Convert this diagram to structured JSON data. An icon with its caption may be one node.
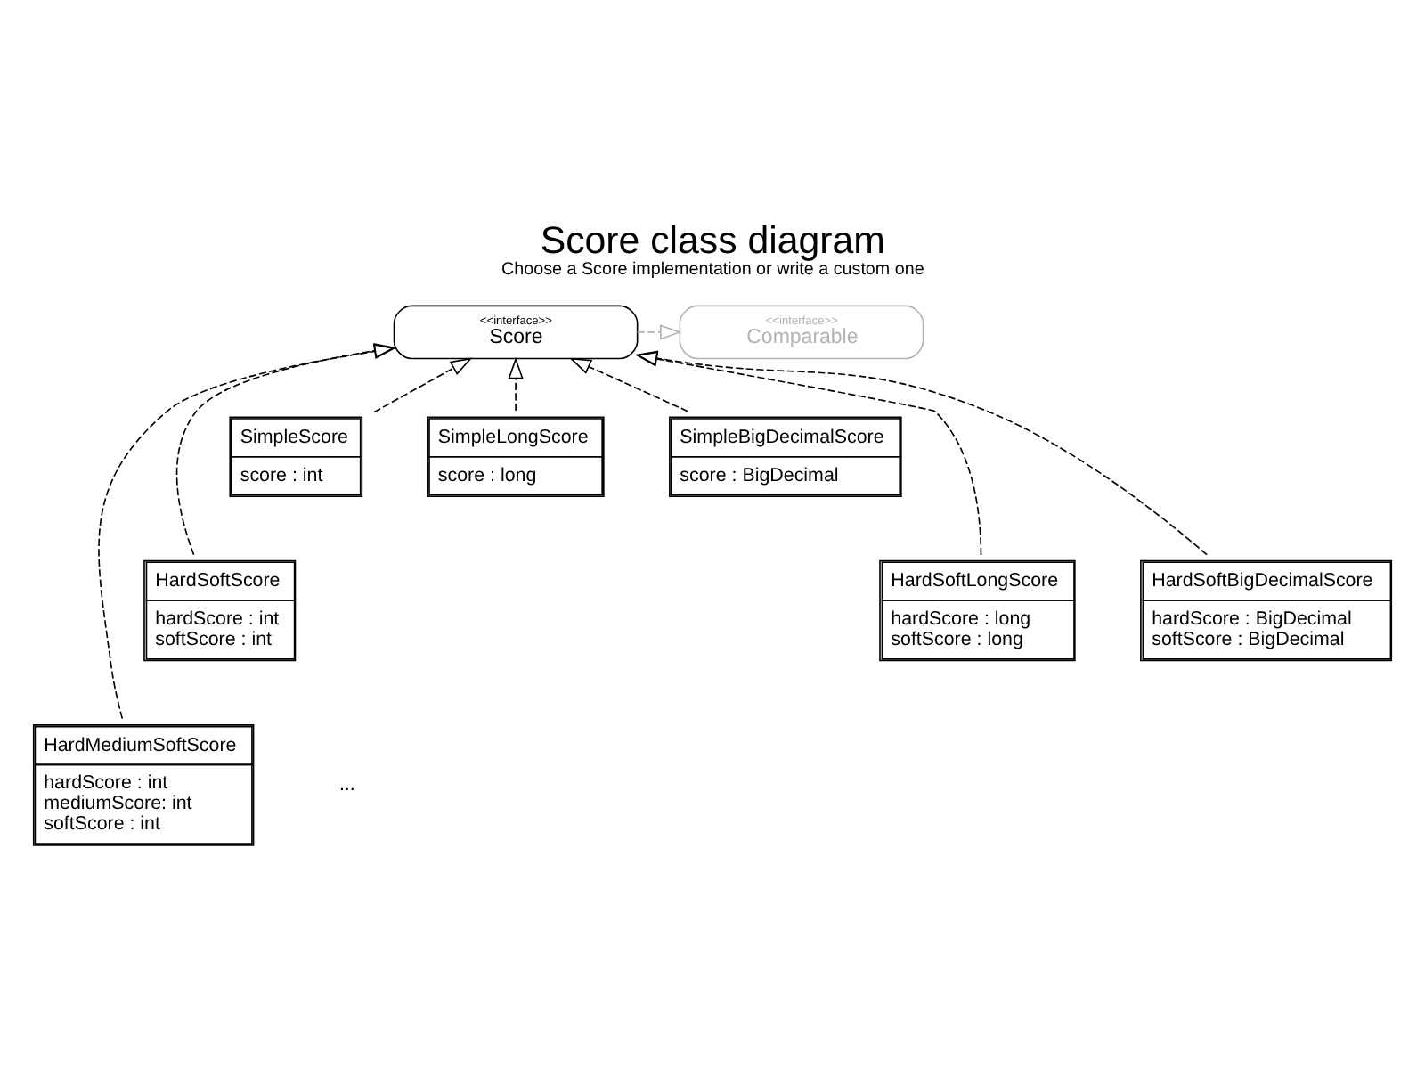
{
  "diagram": {
    "title": "Score class diagram",
    "caption": "Choose a Score implementation or write a custom one",
    "nodes": [
      {
        "text": [
          "<<interface>>",
          "Score"
        ]
      },
      {
        "text": [
          "<<interface>>",
          "Comparable"
        ]
      },
      {
        "text": [
          "SimpleScore",
          "score : int"
        ]
      },
      {
        "text": [
          "SimpleLongScore",
          "score : long"
        ]
      },
      {
        "text": [
          "SimpleBigDecimalScore",
          "score : BigDecimal"
        ]
      },
      {
        "text": [
          "HardSoftScore",
          "hardScore : int",
          "softScore : int"
        ]
      },
      {
        "text": [
          "HardSoftLongScore",
          "hardScore : long",
          "softScore : long"
        ]
      },
      {
        "text": [
          "HardSoftBigDecimalScore",
          "hardScore : BigDecimal",
          "softScore : BigDecimal"
        ]
      },
      {
        "text": [
          "HardMediumSoftScore",
          "hardScore : int",
          "mediumScore: int",
          "softScore : int"
        ]
      }
    ],
    "edges": [
      {
        "from": 0,
        "to": 1,
        "arrow": "to",
        "style": "dashed",
        "color": "#b3b3b3"
      },
      {
        "from": 2,
        "to": 0,
        "arrow": "to",
        "style": "dashed"
      },
      {
        "from": 3,
        "to": 0,
        "arrow": "to",
        "style": "dashed"
      },
      {
        "from": 4,
        "to": 0,
        "arrow": "to",
        "style": "dashed"
      },
      {
        "from": 5,
        "to": 0,
        "arrow": "to",
        "style": "dashed"
      },
      {
        "from": 6,
        "to": 0,
        "arrow": "to",
        "style": "dashed"
      },
      {
        "from": 7,
        "to": 0,
        "arrow": "to",
        "style": "dashed"
      },
      {
        "from": 8,
        "to": 0,
        "arrow": "to",
        "style": "dashed"
      }
    ],
    "labels": [
      "..."
    ]
  }
}
